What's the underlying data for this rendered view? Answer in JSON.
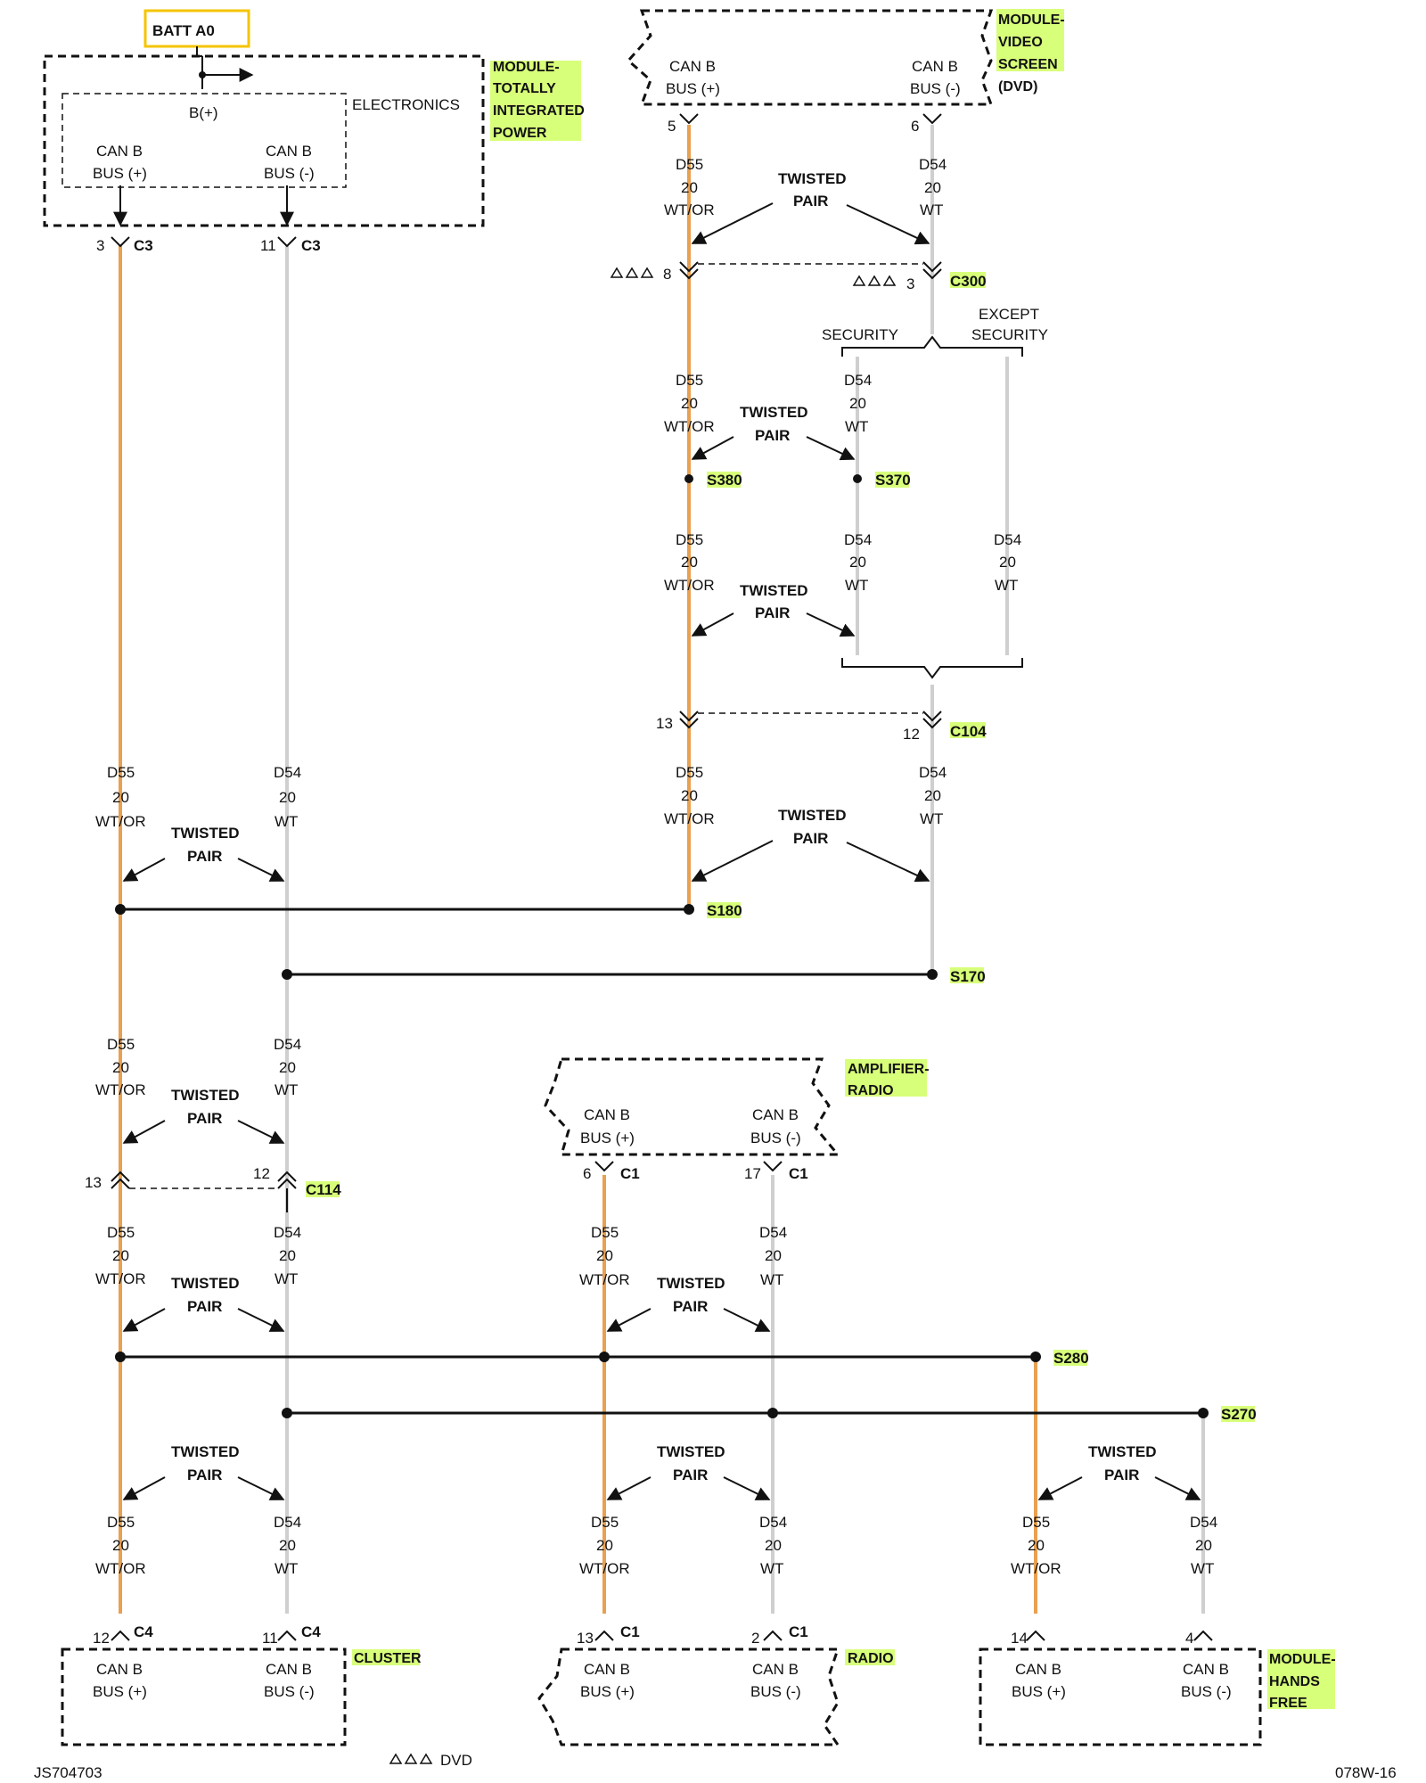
{
  "batt": "BATT A0",
  "b_plus": "B(+)",
  "can_b": "CAN B",
  "bus_pos": "BUS (+)",
  "bus_neg": "BUS (-)",
  "wire_d55": "D55",
  "wire_d54": "D54",
  "gauge": "20",
  "color_wtor": "WT/OR",
  "color_wt": "WT",
  "twisted": "TWISTED",
  "pair": "PAIR",
  "security": "SECURITY",
  "except": "EXCEPT",
  "except_security": "SECURITY",
  "modules": {
    "tipm": [
      "MODULE-",
      "TOTALLY",
      "INTEGRATED",
      "POWER"
    ],
    "tipm_electronics": "ELECTRONICS",
    "video": [
      "MODULE-",
      "VIDEO",
      "SCREEN",
      "(DVD)"
    ],
    "amp": [
      "AMPLIFIER-",
      "RADIO"
    ],
    "cluster": "CLUSTER",
    "radio": "RADIO",
    "hands_free": [
      "MODULE-",
      "HANDS",
      "FREE"
    ]
  },
  "connectors": {
    "c3": "C3",
    "c300": "C300",
    "c104": "C104",
    "c114": "C114",
    "c1": "C1",
    "c4": "C4"
  },
  "splices": {
    "s380": "S380",
    "s370": "S370",
    "s180": "S180",
    "s170": "S170",
    "s280": "S280",
    "s270": "S270"
  },
  "pins": {
    "tipm_pos": "3",
    "tipm_neg": "11",
    "video_pos": "5",
    "video_neg": "6",
    "c300_pos": "8",
    "c300_neg": "3",
    "c104_pos": "13",
    "c104_neg": "12",
    "c114_pos": "13",
    "c114_neg": "12",
    "amp_pos": "6",
    "amp_neg": "17",
    "cluster_pos": "12",
    "cluster_neg": "11",
    "radio_pos": "13",
    "radio_neg": "2",
    "hf_pos": "14",
    "hf_neg": "4"
  },
  "legend": "DVD",
  "footer_left": "JS704703",
  "footer_right": "078W-16"
}
